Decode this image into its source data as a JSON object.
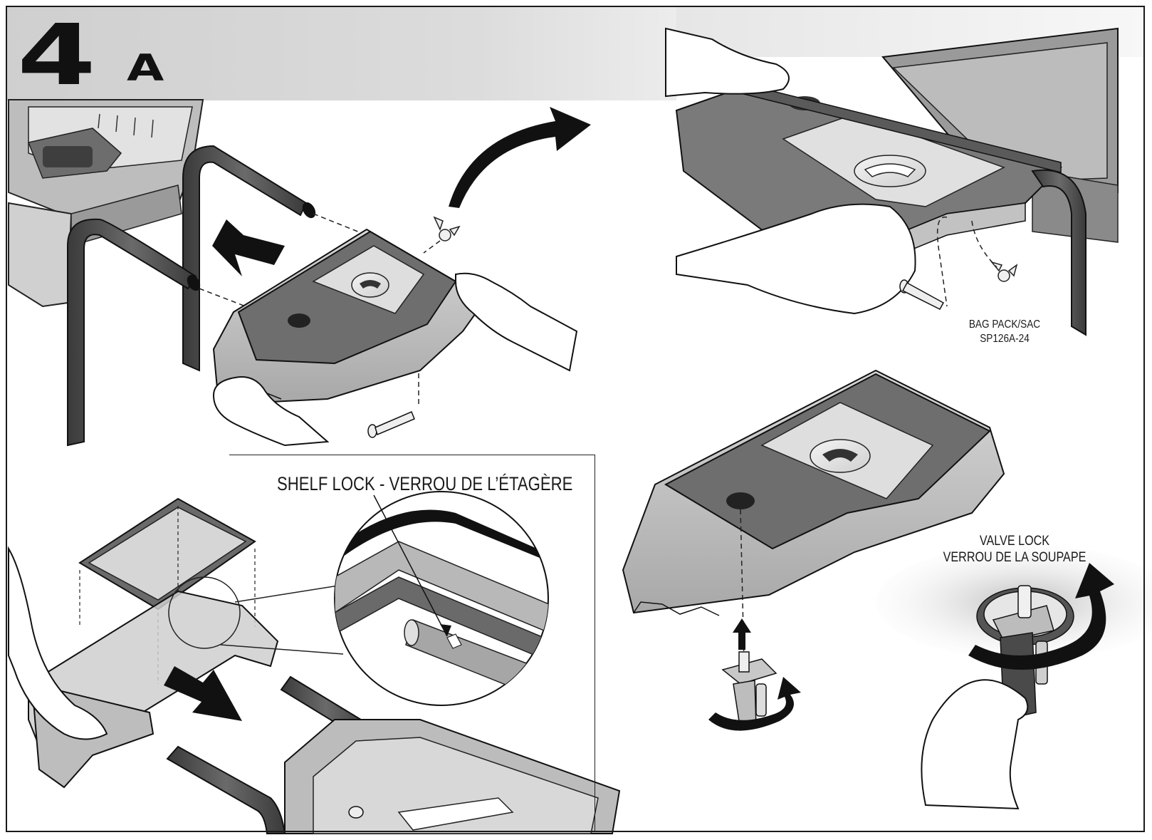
{
  "step": {
    "number": "4",
    "letter": "A"
  },
  "callouts": {
    "shelf_lock": "SHELF LOCK - VERROU DE L’ÉTAGÈRE",
    "bag_pack_line1": "BAG PACK/SAC",
    "bag_pack_line2": "SP126A-24",
    "valve_lock_line1": "VALVE LOCK",
    "valve_lock_line2": "VERROU DE LA SOUPAPE"
  },
  "colors": {
    "frame": "#1a1a1a",
    "header_band": "#d6d6d6",
    "tube": "#4a4a4a",
    "shelf_top": "#6e6e6e",
    "shelf_body": "#c8c8c8",
    "arrow": "#111111"
  }
}
